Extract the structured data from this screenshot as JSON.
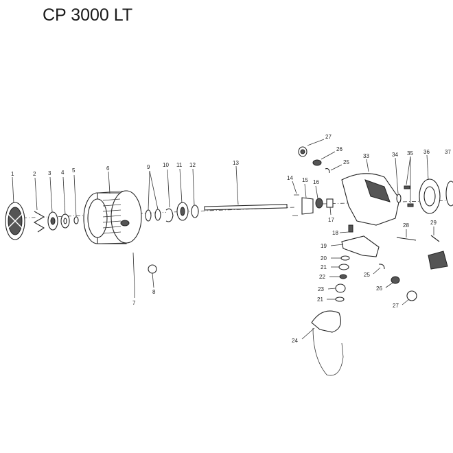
{
  "title": "CP 3000 LT",
  "labels": [
    "1",
    "2",
    "3",
    "4",
    "5",
    "6",
    "7",
    "8",
    "9",
    "10",
    "11",
    "12",
    "13",
    "14",
    "15",
    "16",
    "17",
    "18",
    "19",
    "20",
    "21",
    "22",
    "23",
    "21",
    "24",
    "25",
    "26",
    "27",
    "25",
    "26",
    "27",
    "28",
    "29",
    "33",
    "34",
    "35",
    "36",
    "37"
  ]
}
